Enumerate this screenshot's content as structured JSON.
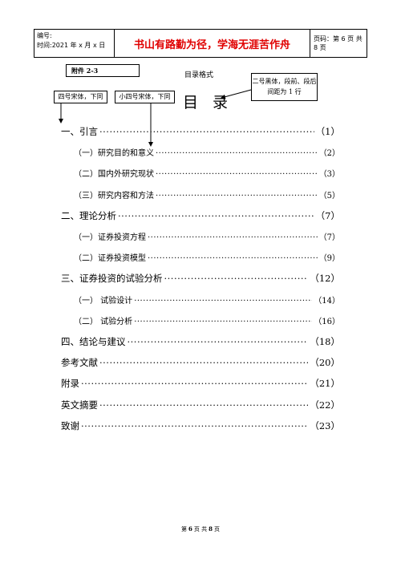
{
  "header": {
    "number_label": "编号:",
    "time_label": "时间:2021 年 x 月 x 日",
    "motto": "书山有路勤为径，学海无涯苦作舟",
    "page_info": "页码：第 6 页  共 8 页"
  },
  "annotations": {
    "attachment": "附件 2-3",
    "format_label": "目录格式",
    "label_font_level1": "四号宋体，下同",
    "label_font_level2": "小四号宋体，下同",
    "title_note": "二号黑体，段前、段后间距为 1 行"
  },
  "title": "目录",
  "toc": [
    {
      "text": "一、引言",
      "page": "（1）",
      "level": 1
    },
    {
      "text": "（一）研究目的和意义",
      "page": "（2）",
      "level": 2
    },
    {
      "text": "（二）国内外研究现状",
      "page": "（3）",
      "level": 2
    },
    {
      "text": "（三）研究内容和方法",
      "page": "（5）",
      "level": 2
    },
    {
      "text": "二、理论分析",
      "page": "（7）",
      "level": 1
    },
    {
      "text": "（一）证券投资方程",
      "page": "（7）",
      "level": 2
    },
    {
      "text": "（二）证券投资模型",
      "page": "（9）",
      "level": 2
    },
    {
      "text": "三、证券投资的试验分析",
      "page": "（12）",
      "level": 1
    },
    {
      "text": "（一） 试验设计",
      "page": "（14）",
      "level": 2
    },
    {
      "text": "（二） 试验分析",
      "page": "（16）",
      "level": 2
    },
    {
      "text": "四、结论与建议",
      "page": "（18）",
      "level": 1
    },
    {
      "text": "参考文献",
      "page": "（20）",
      "level": 1
    },
    {
      "text": "附录",
      "page": "（21）",
      "level": 1
    },
    {
      "text": "英文摘要",
      "page": "（22）",
      "level": 1
    },
    {
      "text": "致谢",
      "page": "（23）",
      "level": 1
    }
  ],
  "footer": {
    "prefix": "第",
    "page": "6",
    "middle": "页 共",
    "total": "8",
    "suffix": "页"
  }
}
